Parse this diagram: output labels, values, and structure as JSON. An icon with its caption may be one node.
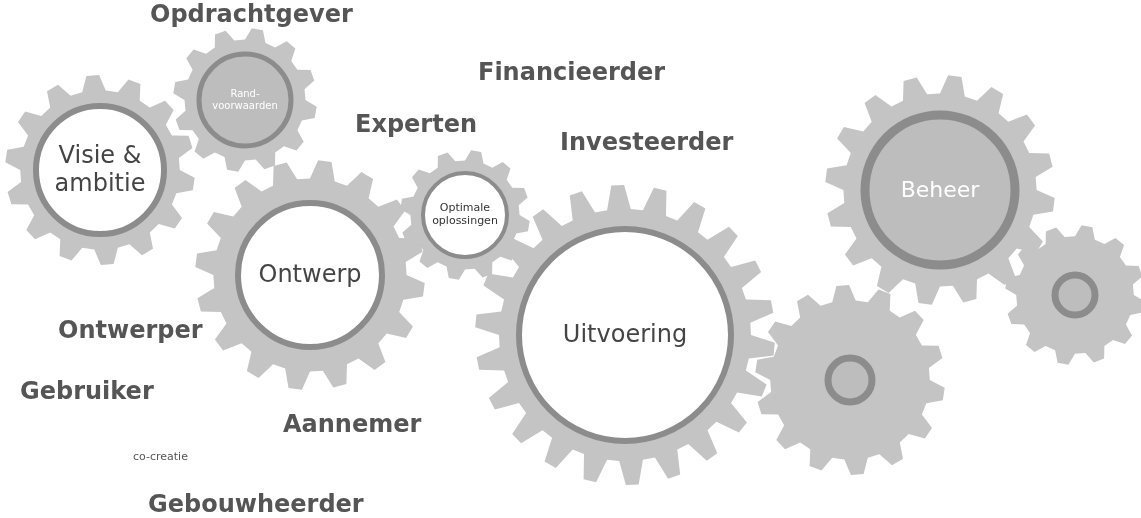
{
  "diagram": {
    "nodes": [
      {
        "text": [
          "Visie & ambitie"
        ]
      },
      {
        "text": [
          "Rand- voorwaarden"
        ]
      },
      {
        "text": [
          "Ontwerp"
        ]
      },
      {
        "text": [
          "Optimale oplossingen"
        ]
      },
      {
        "text": [
          "Uitvoering"
        ]
      },
      {
        "text": [
          "Beheer"
        ]
      },
      {
        "text": [],
        "shape": "gear"
      },
      {
        "text": [],
        "shape": "gear"
      }
    ],
    "labels": [
      "Opdrachtgever",
      "Financieerder",
      "Experten",
      "Investeerder",
      "Ontwerper",
      "Gebruiker",
      "Aannemer",
      "co-creatie",
      "Gebouwheerder"
    ]
  }
}
